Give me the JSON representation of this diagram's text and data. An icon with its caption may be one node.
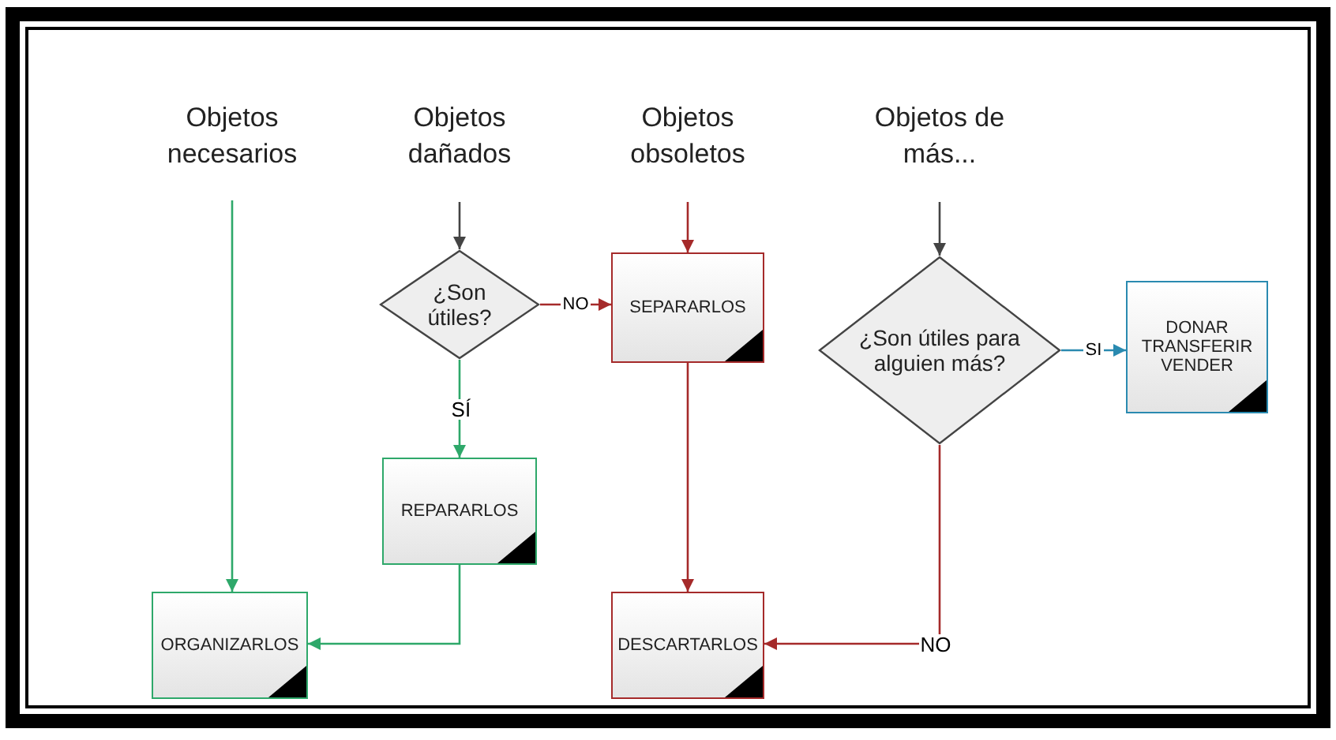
{
  "diagram": {
    "nodes": [
      {
        "text": [
          "Objetos necesarios"
        ]
      },
      {
        "text": [
          "Objetos dañados"
        ]
      },
      {
        "text": [
          "Objetos obsoletos"
        ]
      },
      {
        "text": [
          "Objetos de más..."
        ]
      },
      {
        "text": [
          "¿Son útiles?"
        ]
      },
      {
        "text": [
          "SEPARARLOS"
        ]
      },
      {
        "text": [
          "¿Son útiles para alguien más?"
        ]
      },
      {
        "text": [
          "DONAR TRANSFERIR VENDER"
        ]
      },
      {
        "text": [
          "REPARARLOS"
        ]
      },
      {
        "text": [
          "ORGANIZARLOS"
        ]
      },
      {
        "text": [
          "DESCARTARLOS"
        ]
      }
    ],
    "edges": [
      {
        "from": 0,
        "to": 9,
        "arrow": "to",
        "color": "#2ea86a"
      },
      {
        "from": 1,
        "to": 4,
        "arrow": "to",
        "color": "#444444"
      },
      {
        "from": 2,
        "to": 5,
        "arrow": "to",
        "color": "#a52a2a"
      },
      {
        "from": 3,
        "to": 6,
        "arrow": "to",
        "color": "#444444"
      },
      {
        "from": 4,
        "to": 5,
        "arrow": "to",
        "label": "NO",
        "color": "#a52a2a"
      },
      {
        "from": 4,
        "to": 8,
        "arrow": "to",
        "label": "SÍ",
        "color": "#2ea86a"
      },
      {
        "from": 5,
        "to": 10,
        "arrow": "to",
        "color": "#a52a2a"
      },
      {
        "from": 6,
        "to": 7,
        "arrow": "to",
        "label": "SI",
        "color": "#2a8ab0"
      },
      {
        "from": 6,
        "to": 10,
        "arrow": "to",
        "label": "NO",
        "color": "#a52a2a"
      },
      {
        "from": 8,
        "to": 9,
        "arrow": "to",
        "color": "#2ea86a"
      }
    ]
  }
}
